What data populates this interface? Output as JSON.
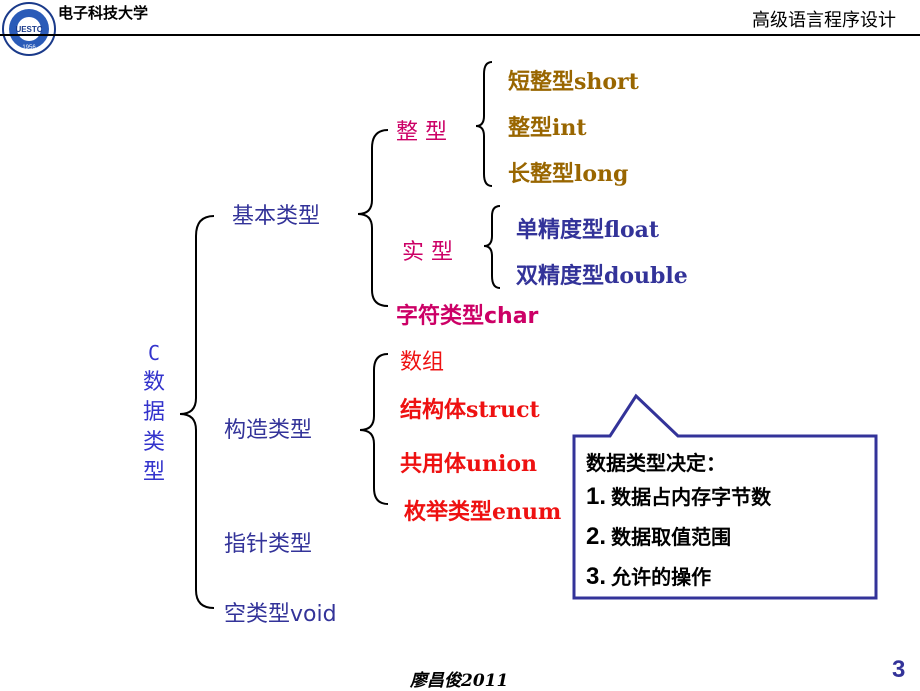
{
  "header": {
    "university": "电子科技大学",
    "logo_text": "UESTC",
    "logo_year": "1956",
    "course": "高级语言程序设计"
  },
  "root": {
    "chars": [
      "C",
      "数",
      "据",
      "类",
      "型"
    ]
  },
  "tree": {
    "basic": {
      "label": "基本类型",
      "integer": {
        "label": "整 型",
        "items": [
          "短整型short",
          "整型int",
          "长整型long"
        ]
      },
      "real": {
        "label": "实 型",
        "items": [
          "单精度型float",
          "双精度型double"
        ]
      },
      "char": "字符类型char"
    },
    "constructed": {
      "label": "构造类型",
      "items": [
        "数组",
        "结构体struct",
        "共用体union",
        "枚举类型enum"
      ]
    },
    "pointer": "指针类型",
    "void": "空类型void"
  },
  "callout": {
    "title": "数据类型决定：",
    "items": [
      {
        "num": "1.",
        "text": "数据占内存字节数"
      },
      {
        "num": "2.",
        "text": "数据取值范围"
      },
      {
        "num": "3.",
        "text": "允许的操作"
      }
    ]
  },
  "footer": {
    "author": "廖昌俊2011",
    "page": "3"
  },
  "colors": {
    "root": "#3333cc",
    "level1": "#333399",
    "level2": "#cc0066",
    "level3_int": "#996600",
    "level3_real": "#333399",
    "constructed_items": "#ee1111",
    "callout_border": "#333399"
  }
}
